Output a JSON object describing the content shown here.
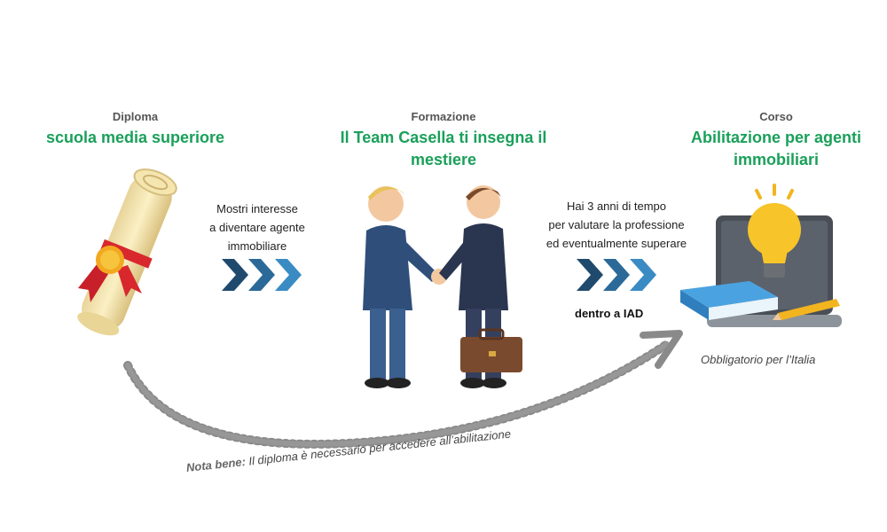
{
  "steps": [
    {
      "small_title": "Diploma",
      "title": "scuola media superiore"
    },
    {
      "small_title": "Formazione",
      "title": "Il Team Casella ti insegna il mestiere"
    },
    {
      "small_title": "Corso",
      "title": "Abilitazione per agenti immobiliari"
    }
  ],
  "transitions": [
    {
      "lines": [
        "Mostri interesse",
        "a diventare agente",
        "immobiliare"
      ]
    },
    {
      "lines": [
        "Hai 3 anni di tempo",
        "per valutare la professione",
        "ed eventualmente superare"
      ],
      "emphasis": "dentro a IAD"
    }
  ],
  "course_note": "Obbligatorio per l’Italia",
  "footnote": {
    "label": "Nota bene:",
    "text": "Il diploma è necessario per accedere all’abilitazione"
  },
  "colors": {
    "green": "#1aa05a",
    "chevron_dark": "#1f4a6e",
    "chevron_mid": "#2b6a98",
    "chevron_light": "#3a8bc4",
    "curve_arrow": "#8a8a8a"
  }
}
